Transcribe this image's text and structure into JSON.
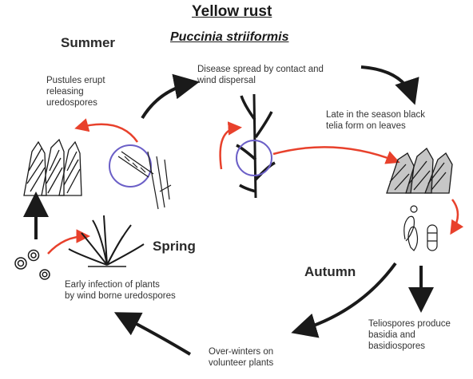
{
  "title": "Yellow rust",
  "subtitle": "Puccinia striiformis",
  "seasons": {
    "summer": "Summer",
    "spring": "Spring",
    "autumn": "Autumn"
  },
  "steps": {
    "pustules": [
      "Pustules erupt",
      "releasing",
      "uredospores"
    ],
    "spread": [
      "Disease spread by contact and",
      "wind dispersal"
    ],
    "telia": [
      "Late in the season black",
      "telia form on leaves"
    ],
    "teliospores": [
      "Teliospores produce",
      "basidia and",
      "basidiospores"
    ],
    "overwinter": [
      "Over-winters on",
      "volunteer plants"
    ],
    "infection": [
      "Early infection of plants",
      "by wind borne uredospores"
    ]
  },
  "colors": {
    "arrow": "#1a1a1a",
    "red_arrow": "#e8412c",
    "magnifier": "#6b5fc7"
  }
}
